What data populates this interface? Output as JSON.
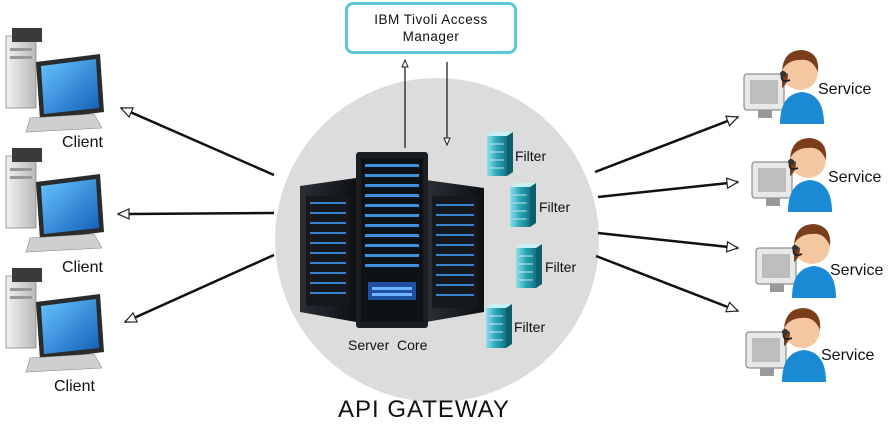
{
  "diagram": {
    "title": "API GATEWAY",
    "auth_box": "IBM  Tivoli  Access Manager",
    "core_label": "Server  Core",
    "clients": [
      {
        "label": "Client"
      },
      {
        "label": "Client"
      },
      {
        "label": "Client"
      }
    ],
    "filters": [
      {
        "label": "Filter"
      },
      {
        "label": "Filter"
      },
      {
        "label": "Filter"
      },
      {
        "label": "Filter"
      }
    ],
    "services": [
      {
        "label": "Service"
      },
      {
        "label": "Service"
      },
      {
        "label": "Service"
      },
      {
        "label": "Service"
      }
    ],
    "colors": {
      "auth_border": "#5bc8d8",
      "gateway_circle": "#dcdcdc",
      "rack": "#1b1f24",
      "led_blue": "#3d8fe0",
      "filter_teal": "#2aa6b8",
      "agent_shirt": "#1a8ad4",
      "monitor_screen": "#2b7fd6"
    }
  }
}
